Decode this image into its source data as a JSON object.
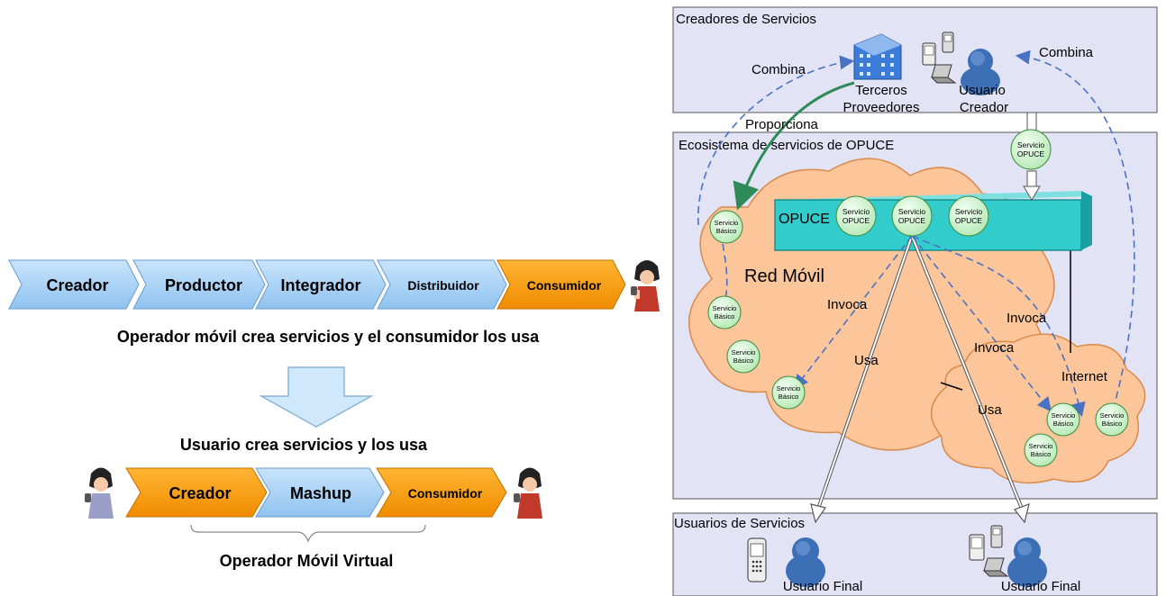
{
  "left": {
    "chain1": [
      "Creador",
      "Productor",
      "Integrador",
      "Distribuidor",
      "Consumidor"
    ],
    "caption1": "Operador móvil crea servicios y el consumidor los usa",
    "caption2": "Usuario crea servicios y los usa",
    "chain2": [
      "Creador",
      "Mashup",
      "Consumidor"
    ],
    "caption3": "Operador Móvil Virtual"
  },
  "right": {
    "panel_creators": "Creadores de Servicios",
    "panel_ecosystem": "Ecosistema de servicios de OPUCE",
    "panel_users": "Usuarios de Servicios",
    "terceros_line1": "Terceros",
    "terceros_line2": "Proveedores",
    "usuario_creador_line1": "Usuario",
    "usuario_creador_line2": "Creador",
    "combina_left": "Combina",
    "combina_right": "Combina",
    "proporciona": "Proporciona",
    "opuce_label": "OPUCE",
    "red_movil": "Red Móvil",
    "internet": "Internet",
    "invoca1": "Invoca",
    "invoca2": "Invoca",
    "invoca3": "Invoca",
    "usa1": "Usa",
    "usa2": "Usa",
    "usuario_final_1": "Usuario Final",
    "usuario_final_2": "Usuario Final",
    "servicio": "Servicio",
    "opuce_word": "OPUCE",
    "basico_word": "Básico"
  },
  "colors": {
    "chain_blue": "#a9d2f7",
    "chain_orange": "#ff9900",
    "panel_fill": "#e3e3f6",
    "cloud_fill": "#fcc69a",
    "opuce_box": "#33cccc",
    "service_fill": "#d6f7d6",
    "dashed_arrow": "#4a72c4",
    "green_arrow": "#2e8b57"
  }
}
